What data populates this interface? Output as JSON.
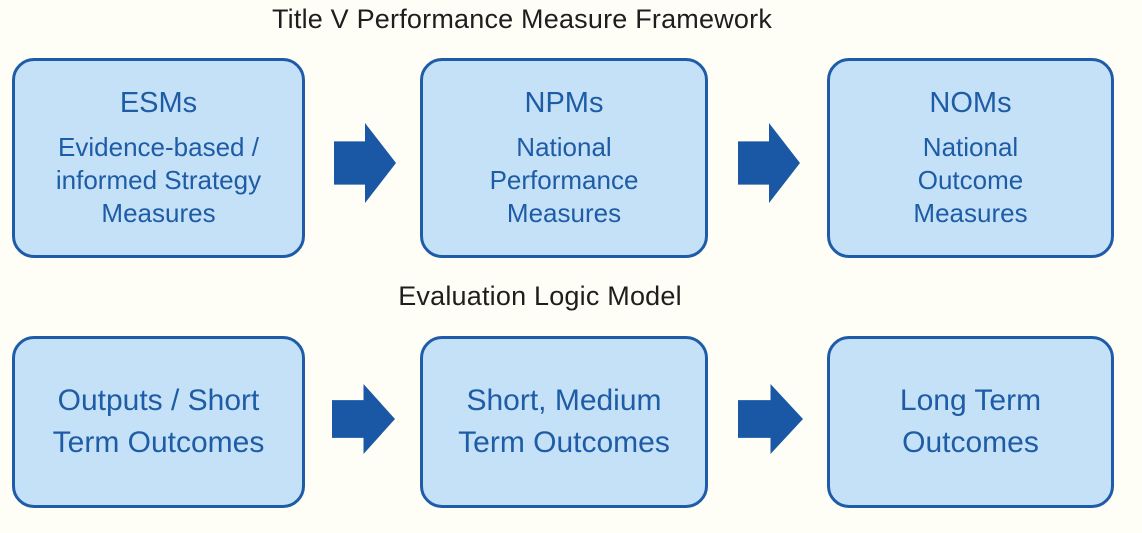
{
  "titles": {
    "framework": "Title V Performance Measure Framework",
    "logic_model": "Evaluation Logic Model"
  },
  "colors": {
    "background": "#FEFEF7",
    "box_fill": "#C5E1F8",
    "box_border": "#1E5CA8",
    "box_text": "#1E5CA5",
    "arrow": "#1A58A6",
    "title_text": "#1E1E1E"
  },
  "framework_row": {
    "boxes": [
      {
        "heading": "ESMs",
        "lines": [
          "Evidence-based /",
          "informed Strategy",
          "Measures"
        ]
      },
      {
        "heading": "NPMs",
        "lines": [
          "National",
          "Performance",
          "Measures"
        ]
      },
      {
        "heading": "NOMs",
        "lines": [
          "National",
          "Outcome",
          "Measures"
        ]
      }
    ]
  },
  "logic_row": {
    "boxes": [
      {
        "lines": [
          "Outputs / Short",
          "Term Outcomes"
        ]
      },
      {
        "lines": [
          "Short, Medium",
          "Term Outcomes"
        ]
      },
      {
        "lines": [
          "Long Term",
          "Outcomes"
        ]
      }
    ]
  },
  "icons": {
    "arrow": "right-block-arrow"
  }
}
